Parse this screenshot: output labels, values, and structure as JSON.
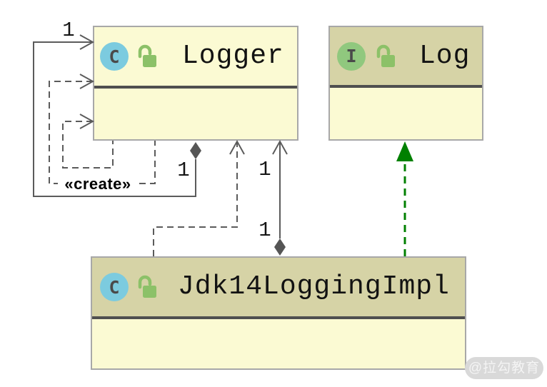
{
  "diagram": {
    "nodes": [
      {
        "name": "Logger",
        "kind": "class",
        "icon_letter": "C"
      },
      {
        "name": "Log",
        "kind": "interface",
        "icon_letter": "I"
      },
      {
        "name": "Jdk14LoggingImpl",
        "kind": "class",
        "icon_letter": "C"
      }
    ],
    "edge_labels": {
      "create": "«create»",
      "m_top": "1",
      "m_composition": "1",
      "m_assoc_upper": "1",
      "m_assoc_lower": "1"
    },
    "colors": {
      "node_body": "#FBFAD3",
      "node_header_khaki": "#D6D3A6",
      "node_border": "#A8A8A8",
      "divider": "#4F4F4F",
      "edge_gray": "#5B5B5B",
      "realization_green": "#008000",
      "class_icon_blue": "#7CCBDF",
      "interface_icon_green": "#90C87E",
      "lock_green": "#8CC168"
    },
    "watermark": "@拉勾教育"
  }
}
